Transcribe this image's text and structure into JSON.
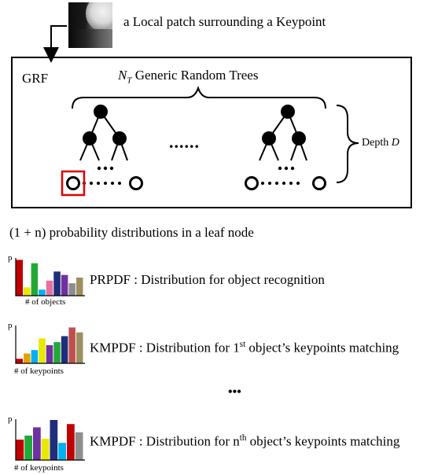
{
  "header": {
    "patch_label": "a Local patch surrounding a Keypoint"
  },
  "grf": {
    "label": "GRF",
    "trees_label_sym": "N",
    "trees_label_sub": "T",
    "trees_label_text": " Generic Random Trees",
    "ellipsis": "......",
    "depth_label_text": "Depth ",
    "depth_label_sym": "D"
  },
  "leaf": {
    "heading": "(1 + n)  probability distributions in a leaf node"
  },
  "distributions": [
    {
      "p_label": "p",
      "axis_label": "# of objects",
      "text": "PRPDF : Distribution for object recognition",
      "bars": [
        {
          "value": 0.95,
          "color": "#c00000"
        },
        {
          "value": 0.22,
          "color": "#e8e800"
        },
        {
          "value": 0.86,
          "color": "#22a838"
        },
        {
          "value": 0.16,
          "color": "#00b0f0"
        },
        {
          "value": 0.4,
          "color": "#e870a0"
        },
        {
          "value": 0.64,
          "color": "#1f2e7a"
        },
        {
          "value": 0.55,
          "color": "#7030a0"
        },
        {
          "value": 0.33,
          "color": "#8e8e8e"
        },
        {
          "value": 0.48,
          "color": "#9c8f60"
        }
      ]
    },
    {
      "p_label": "p",
      "axis_label": "# of keypoints",
      "text_prefix": "KMPDF : Distribution  for 1",
      "text_sup": "st",
      "text_suffix": " object’s keypoints matching",
      "bars": [
        {
          "value": 0.12,
          "color": "#c00000"
        },
        {
          "value": 0.26,
          "color": "#e8a000"
        },
        {
          "value": 0.35,
          "color": "#00b0f0"
        },
        {
          "value": 0.66,
          "color": "#e8e800"
        },
        {
          "value": 0.48,
          "color": "#7030a0"
        },
        {
          "value": 0.56,
          "color": "#22a838"
        },
        {
          "value": 0.72,
          "color": "#1f2e7a"
        },
        {
          "value": 0.95,
          "color": "#c0504d"
        },
        {
          "value": 0.82,
          "color": "#9c8f60"
        }
      ]
    },
    {
      "p_label": "p",
      "axis_label": "# of keypoints",
      "text_prefix": "KMPDF : Distribution  for n",
      "text_sup": "th",
      "text_suffix": " object’s keypoints matching",
      "bars": [
        {
          "value": 0.5,
          "color": "#c00000"
        },
        {
          "value": 0.6,
          "color": "#22a838"
        },
        {
          "value": 0.8,
          "color": "#7030a0"
        },
        {
          "value": 0.52,
          "color": "#e8e800"
        },
        {
          "value": 0.98,
          "color": "#1f2e7a"
        },
        {
          "value": 0.42,
          "color": "#00b0f0"
        },
        {
          "value": 0.88,
          "color": "#c00000"
        },
        {
          "value": 0.68,
          "color": "#8e8e8e"
        }
      ]
    }
  ],
  "vertical_ellipsis": "•••"
}
